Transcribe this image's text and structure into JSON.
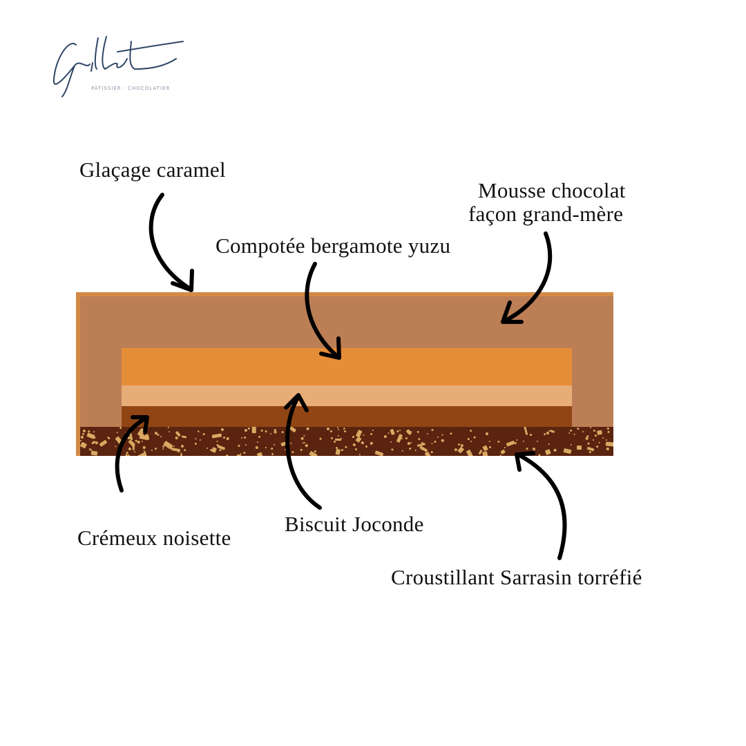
{
  "logo": {
    "script": "Guillet",
    "subtitle": "PÂTISSIER · CHOCOLATIER",
    "color": "#2f4565"
  },
  "labels": {
    "glacage": "Glaçage caramel",
    "mousse_line1": "Mousse chocolat",
    "mousse_line2": "façon grand-mère",
    "compotee": "Compotée bergamote yuzu",
    "cremeux": "Crémeux noisette",
    "biscuit": "Biscuit Joconde",
    "croustillant": "Croustillant Sarrasin torréfié"
  },
  "colors": {
    "glacage": "#D48A45",
    "mousse": "#BC7E55",
    "compotee": "#E68D37",
    "biscuit": "#E8AD77",
    "cremeux": "#924514",
    "croustillant": "#5A2410",
    "speckle": "#D9A962"
  }
}
